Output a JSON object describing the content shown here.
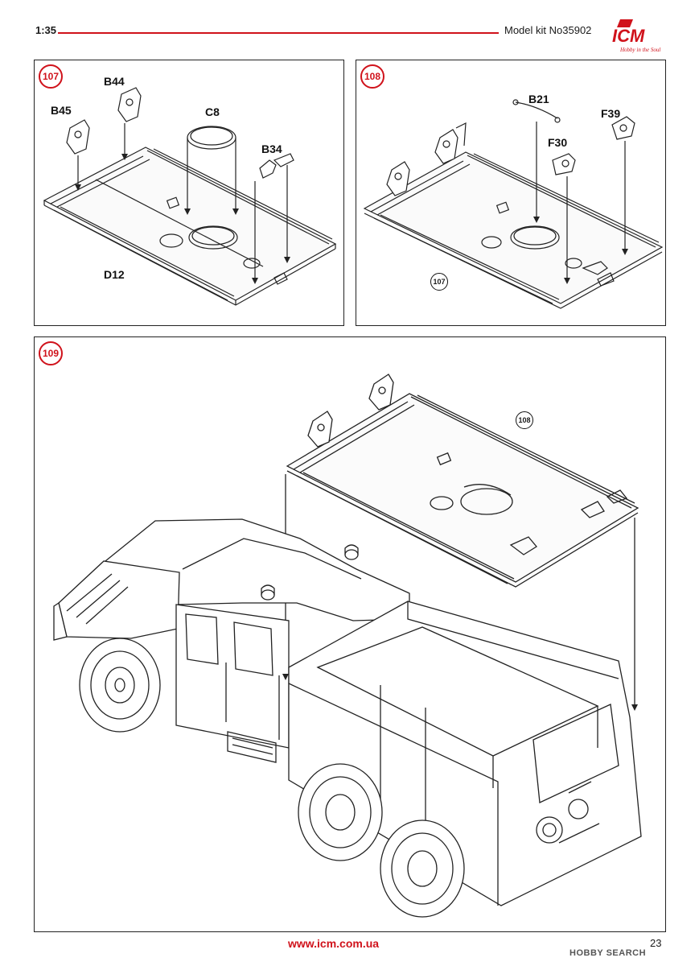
{
  "header": {
    "scale": "1:35",
    "kit_number": "Model kit No35902",
    "logo_text": "ICM",
    "logo_tagline": "Hobby in the Soul"
  },
  "steps": [
    {
      "number": "107",
      "parts": [
        "B45",
        "B44",
        "C8",
        "B34",
        "D12"
      ]
    },
    {
      "number": "108",
      "parts": [
        "B21",
        "F39",
        "F30"
      ],
      "reference": "107"
    },
    {
      "number": "109",
      "reference": "108"
    }
  ],
  "footer": {
    "website": "www.icm.com.ua",
    "page_number": "23",
    "watermark": "HOBBY SEARCH"
  },
  "colors": {
    "accent": "#d0121b",
    "line": "#222222"
  }
}
